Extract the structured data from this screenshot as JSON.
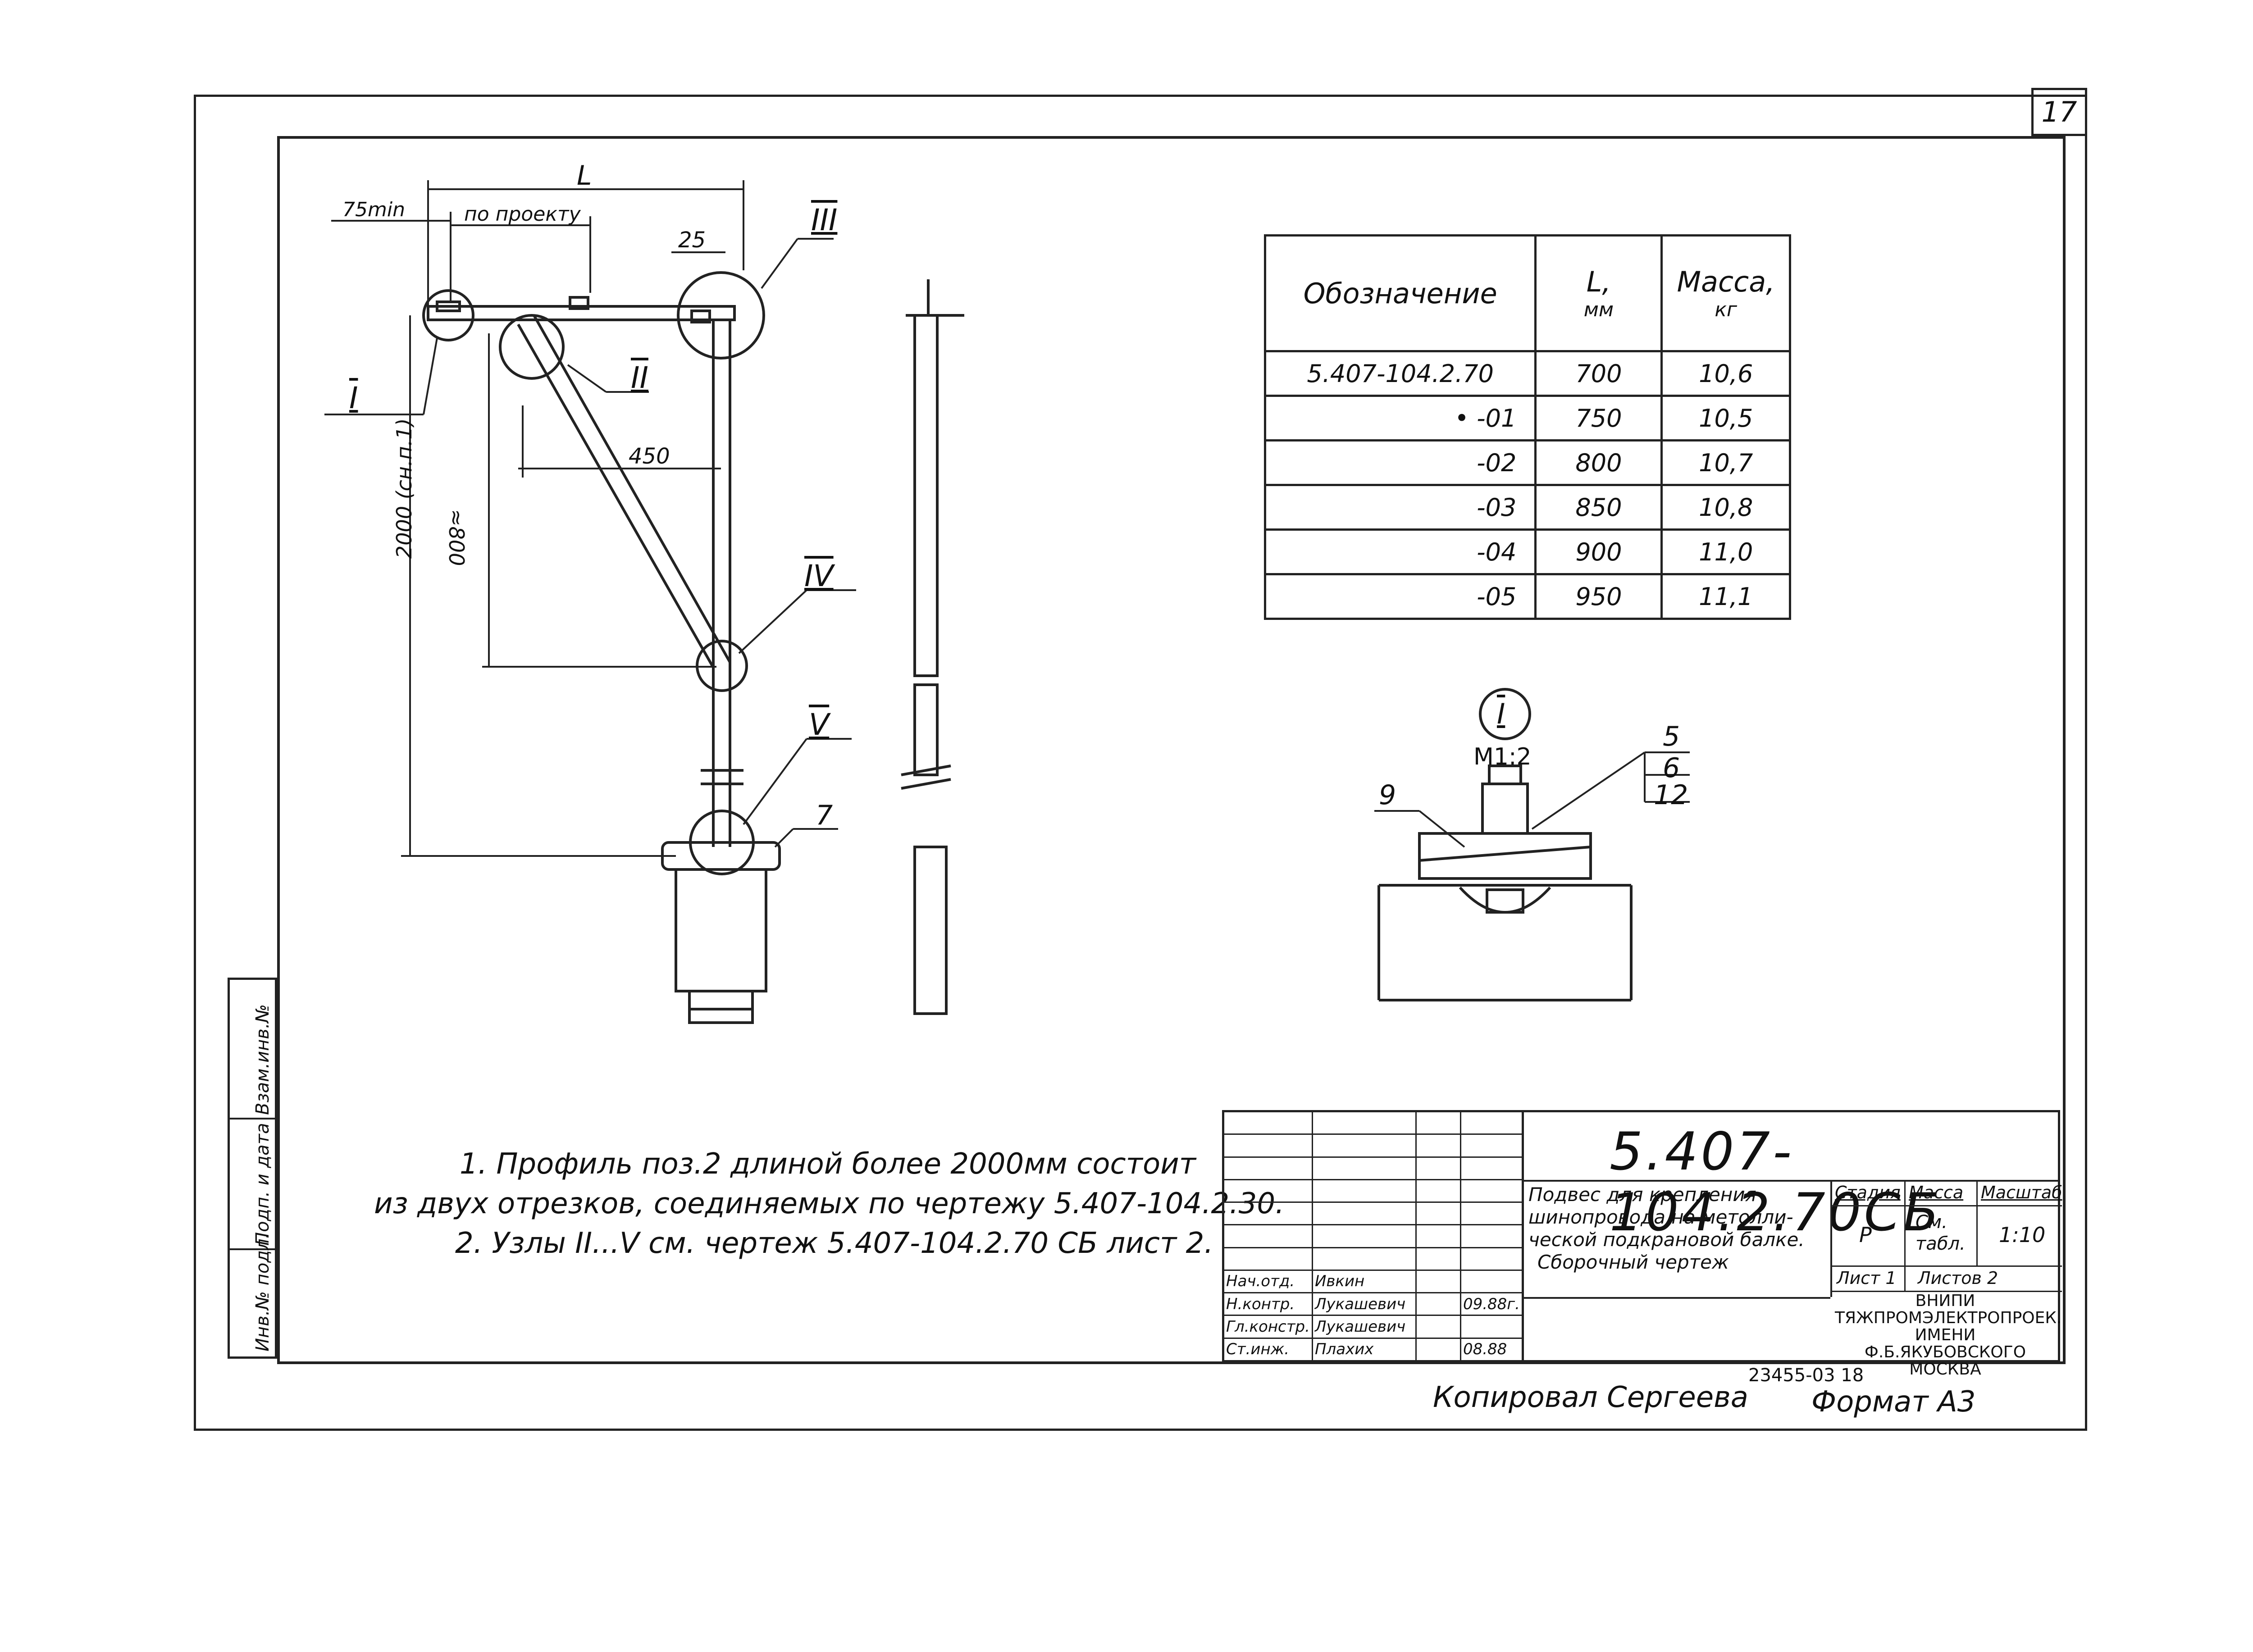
{
  "sheet_number": "17",
  "main_drawing": {
    "dim_L": "L",
    "dim_75min": "75min",
    "dim_po_proektu": "по проекту",
    "dim_25": "25",
    "dim_450": "450",
    "dim_800": "≈800",
    "dim_2000": "2000 (сн.п.1)",
    "node_I": "I",
    "node_II": "II",
    "node_III": "III",
    "node_IV": "IV",
    "node_V": "V",
    "pos_7": "7"
  },
  "spec_table": {
    "headers": [
      {
        "label": "Обозначение",
        "sub": ""
      },
      {
        "label": "L,",
        "sub": "мм"
      },
      {
        "label": "Масса,",
        "sub": "кг"
      }
    ],
    "rows": [
      {
        "code": "5.407-104.2.70",
        "L": "700",
        "mass": "10,6"
      },
      {
        "code": "• -01",
        "L": "750",
        "mass": "10,5"
      },
      {
        "code": "-02",
        "L": "800",
        "mass": "10,7"
      },
      {
        "code": "-03",
        "L": "850",
        "mass": "10,8"
      },
      {
        "code": "-04",
        "L": "900",
        "mass": "11,0"
      },
      {
        "code": "-05",
        "L": "950",
        "mass": "11,1"
      }
    ]
  },
  "detail": {
    "label": "I",
    "scale": "М1:2",
    "pos_9": "9",
    "pos_5": "5",
    "pos_6": "6",
    "pos_12": "12"
  },
  "notes": [
    "1. Профиль поз.2 длиной более 2000мм состоит",
    "из двух отрезков, соединяемых по чертежу 5.407-104.2.30.",
    "2. Узлы II...V см. чертеж 5.407-104.2.70 СБ лист 2."
  ],
  "title_block": {
    "doc_number": "5.407-104.2.70СБ",
    "title_lines": [
      "Подвес для крепления",
      "шинопровода на метолли-",
      "ческой подкрановой балке.",
      "Сборочный чертеж"
    ],
    "col_stage": "Стадия",
    "col_mass": "Масса",
    "col_scale": "Масштаб",
    "stage_value": "Р",
    "mass_value": "См. табл.",
    "scale_value": "1:10",
    "sheet_label": "Лист 1",
    "sheets_label": "Листов 2",
    "org_line1": "ВНИПИ",
    "org_line2": "ТЯЖПРОМЭЛЕКТРОПРОЕК.",
    "org_line3": "ИМЕНИ Ф.Б.ЯКУБОВСКОГО",
    "org_line4": "МОСКВА",
    "people": [
      {
        "role": "Нач.отд.",
        "name": "Ивкин",
        "date": ""
      },
      {
        "role": "Н.контр.",
        "name": "Лукашевич",
        "date": "09.88г."
      },
      {
        "role": "Гл.констр.",
        "name": "Лукашевич",
        "date": ""
      },
      {
        "role": "Ст.инж.",
        "name": "Плахих",
        "date": "08.88"
      }
    ]
  },
  "side_strip": {
    "inv_podl": "Инв.№ подл.",
    "podp_data": "Подп. и дата",
    "vzam_inv": "Взам.инв.№"
  },
  "footer": {
    "copied": "Копировал Сергеева",
    "format": "Формат А3",
    "archive_no": "23455-03 18"
  }
}
